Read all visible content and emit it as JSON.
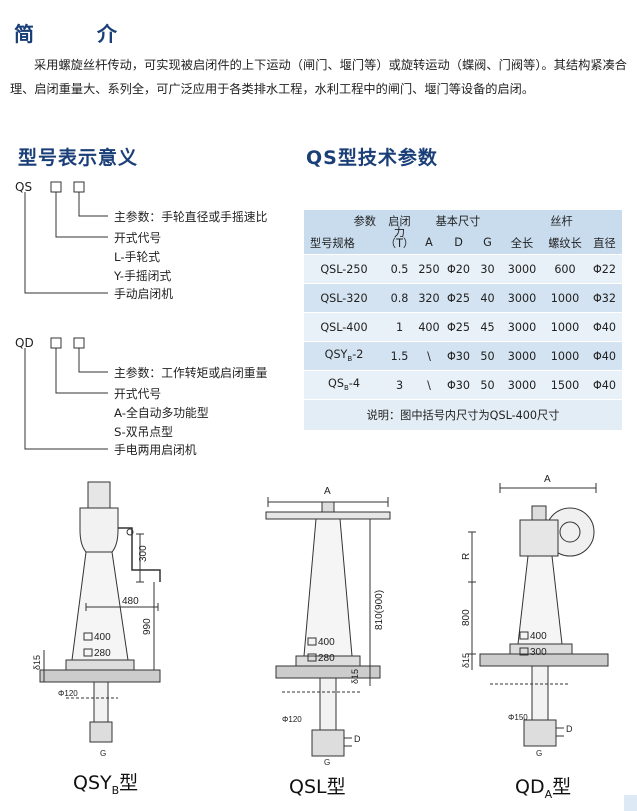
{
  "intro": {
    "title": "简 介",
    "text": "采用螺旋丝杆传动，可实现被启闭件的上下运动（闸门、堰门等）或旋转运动（蝶阀、门阀等）。其结构紧凑合理、启闭重量大、系列全，可广泛应用于各类排水工程，水利工程中的闸门、堰门等设备的启闭。"
  },
  "model_meaning": {
    "title": "型号表示意义",
    "qs": {
      "code": "QS",
      "labels": [
        "主参数：手轮直径或手摇速比",
        "开式代号",
        "L-手轮式",
        "Y-手摇闭式",
        "手动启闭机"
      ]
    },
    "qd": {
      "code": "QD",
      "labels": [
        "主参数：工作转矩或启闭重量",
        "开式代号",
        "A-全自动多功能型",
        "S-双吊点型",
        "手电两用启闭机"
      ]
    }
  },
  "spec_table": {
    "title": "QS型技术参数",
    "header": {
      "param": "参数",
      "model": "型号规格",
      "force_a": "启闭",
      "force_b": "力",
      "force_c": "（T）",
      "basic_size": "基本尺寸",
      "screw": "丝杆",
      "a": "A",
      "d": "D",
      "g": "G",
      "total_len": "全长",
      "thread_len": "螺纹长",
      "dia": "直径"
    },
    "rows": [
      {
        "model": "QSL-250",
        "sub": "",
        "suffix": "",
        "force": "0.5",
        "a": "250",
        "d": "Φ20",
        "g": "30",
        "total": "3000",
        "thread": "600",
        "dia": "Φ22"
      },
      {
        "model": "QSL-320",
        "sub": "",
        "suffix": "",
        "force": "0.8",
        "a": "320",
        "d": "Φ25",
        "g": "40",
        "total": "3000",
        "thread": "1000",
        "dia": "Φ32"
      },
      {
        "model": "QSL-400",
        "sub": "",
        "suffix": "",
        "force": "1",
        "a": "400",
        "d": "Φ25",
        "g": "45",
        "total": "3000",
        "thread": "1000",
        "dia": "Φ40"
      },
      {
        "model": "QSY",
        "sub": "B",
        "suffix": "-2",
        "force": "1.5",
        "a": "\\",
        "d": "Φ30",
        "g": "50",
        "total": "3000",
        "thread": "1000",
        "dia": "Φ40"
      },
      {
        "model": "QS",
        "sub": "B",
        "suffix": "-4",
        "force": "3",
        "a": "\\",
        "d": "Φ30",
        "g": "50",
        "total": "3000",
        "thread": "1500",
        "dia": "Φ40"
      }
    ],
    "note": "说明：图中括号内尺寸为QSL-400尺寸"
  },
  "drawings": {
    "qsy": {
      "caption": "QSY",
      "caption_sub": "B",
      "caption_suffix": "型",
      "dims": {
        "d300": "300",
        "d480": "480",
        "d990": "990",
        "sq400": "400",
        "sq280": "280",
        "d15": "δ15",
        "phi120": "Φ120",
        "g": "G"
      }
    },
    "qsl": {
      "caption": "QSL型",
      "dims": {
        "a": "A",
        "d810": "810(900)",
        "sq400": "400",
        "sq280": "280",
        "d15": "δ15",
        "phi120": "Φ120",
        "d": "D",
        "g": "G"
      }
    },
    "qda": {
      "caption": "QD",
      "caption_sub": "A",
      "caption_suffix": "型",
      "dims": {
        "a": "A",
        "r": "R",
        "d800": "800",
        "d15": "δ15",
        "sq400": "400",
        "sq300": "300",
        "phi150": "Φ150",
        "d": "D",
        "g": "G"
      }
    }
  }
}
